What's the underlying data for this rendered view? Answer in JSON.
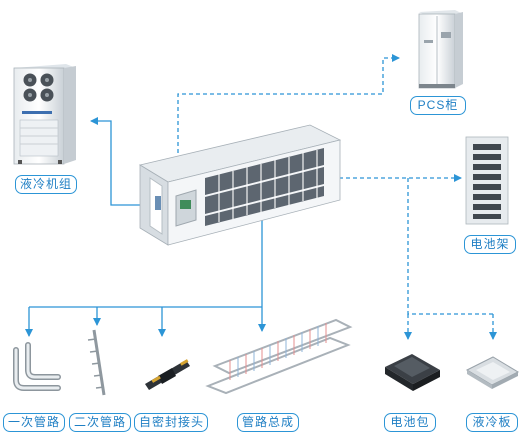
{
  "labels": {
    "chiller": "液冷机组",
    "pcs": "PCS柜",
    "rack": "电池架",
    "primary_pipe": "一次管路",
    "secondary_pipe": "二次管路",
    "self_seal_connector": "自密封接头",
    "pipe_assembly": "管路总成",
    "battery_pack": "电池包",
    "cold_plate": "液冷板"
  },
  "colors": {
    "solid_line": "#2c95d6",
    "dashed_line": "#2c95d6",
    "label_border": "#2c95d6",
    "label_text": "#1f7fc4"
  },
  "icons": {
    "chiller": "liquid-cooling-unit-image",
    "pcs": "pcs-cabinet-image",
    "rack": "battery-rack-image",
    "container": "energy-storage-container-image",
    "primary_pipe": "primary-pipe-image",
    "secondary_pipe": "secondary-pipe-image",
    "connector": "self-sealing-connector-image",
    "assembly": "pipe-assembly-image",
    "battery_pack": "battery-pack-image",
    "cold_plate": "cold-plate-image"
  }
}
